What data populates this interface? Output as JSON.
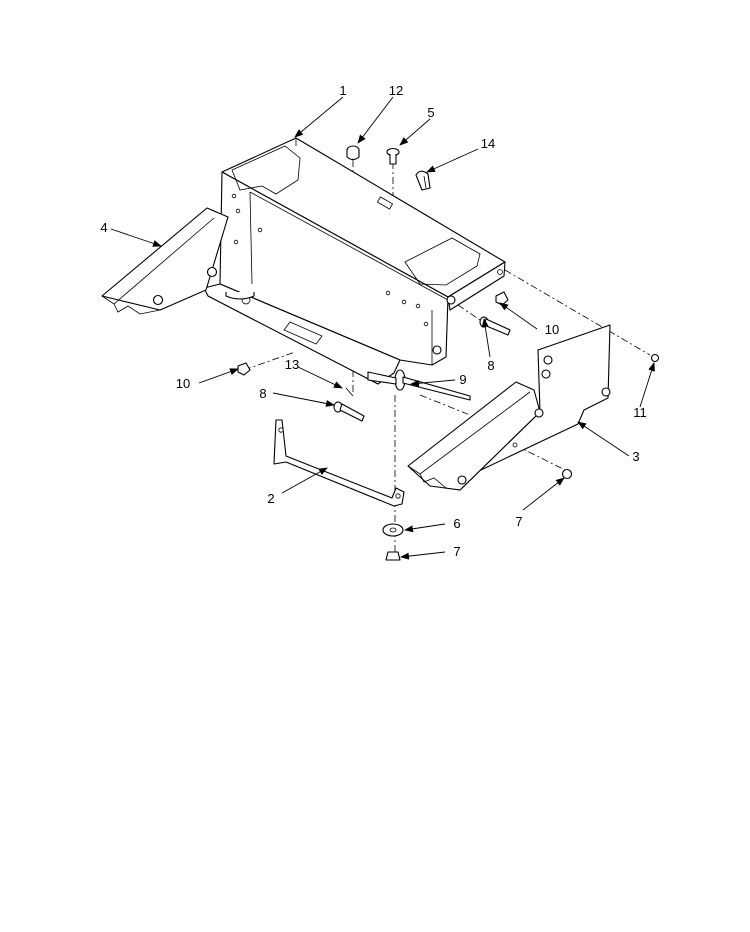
{
  "callouts": {
    "c1": "1",
    "c2": "2",
    "c3": "3",
    "c4": "4",
    "c5": "5",
    "c6": "6",
    "c7a": "7",
    "c7b": "7",
    "c8a": "8",
    "c8b": "8",
    "c9": "9",
    "c10a": "10",
    "c10b": "10",
    "c11": "11",
    "c12": "12",
    "c13": "13",
    "c14": "14"
  }
}
